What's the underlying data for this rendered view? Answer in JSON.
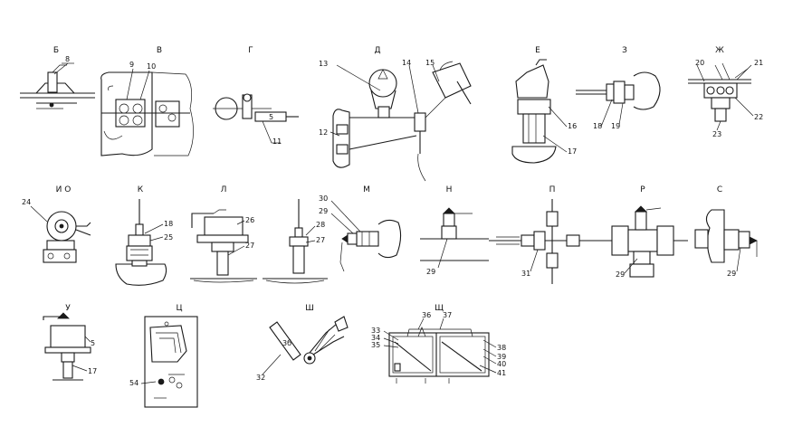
{
  "views": {
    "b": "Б",
    "v": "В",
    "g": "Г",
    "d": "Д",
    "e": "Е",
    "z": "З",
    "zh": "Ж",
    "io": "И О",
    "k": "К",
    "l": "Л",
    "m": "М",
    "n": "Н",
    "p": "П",
    "r": "Р",
    "s": "С",
    "u": "У",
    "ts": "Ц",
    "sh": "Ш",
    "shch": "Щ"
  },
  "callouts": {
    "c5": "5",
    "c8": "8",
    "c9": "9",
    "c10": "10",
    "c11": "11",
    "c12": "12",
    "c13": "13",
    "c14": "14",
    "c15": "15",
    "c16": "16",
    "c17a": "17",
    "c17b": "17",
    "c18a": "18",
    "c18b": "18",
    "c19": "19",
    "c20": "20",
    "c21": "21",
    "c22": "22",
    "c23": "23",
    "c24": "24",
    "c25": "25",
    "c26": "26",
    "c27a": "27",
    "c27b": "27",
    "c28": "28",
    "c29m": "29",
    "c29n": "29",
    "c29r": "29",
    "c29s": "29",
    "c30": "30",
    "c31": "31",
    "c32": "32",
    "c33": "33",
    "c34": "34",
    "c35": "35",
    "c36": "36",
    "c37": "37",
    "c38": "38",
    "c39": "39",
    "c40": "40",
    "c41": "41",
    "c54": "54"
  },
  "inline": {
    "g_bar": "5",
    "sh_bar": "3б"
  }
}
